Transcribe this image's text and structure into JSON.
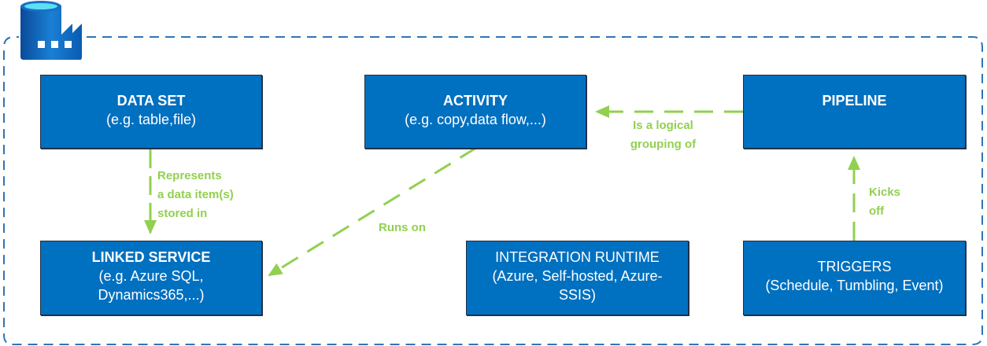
{
  "icon": "azure-data-factory-icon",
  "colors": {
    "box_fill": "#0070c0",
    "box_border": "#1f3148",
    "arrow": "#92d050",
    "frame": "#2e75b6"
  },
  "boxes": {
    "dataset": {
      "title": "DATA SET",
      "subtitle": "(e.g. table,file)"
    },
    "activity": {
      "title": "ACTIVITY",
      "subtitle": "(e.g. copy,data flow,...)"
    },
    "pipeline": {
      "title": "PIPELINE"
    },
    "linked_service": {
      "title": "LINKED SERVICE",
      "subtitle_1": "(e.g. Azure SQL,",
      "subtitle_2": "Dynamics365,...)"
    },
    "integration_runtime": {
      "title": "INTEGRATION RUNTIME",
      "subtitle_1": "(Azure, Self-hosted, Azure-",
      "subtitle_2": "SSIS)"
    },
    "triggers": {
      "title": "TRIGGERS",
      "subtitle": "(Schedule, Tumbling, Event)"
    }
  },
  "relations": {
    "represents": {
      "line1": "Represents",
      "line2": "a data item(s)",
      "line3": "stored in"
    },
    "grouping": {
      "line1": "Is a logical",
      "line2": "grouping of"
    },
    "runs_on": {
      "line1": "Runs on"
    },
    "kicks_off": {
      "line1": "Kicks",
      "line2": "off"
    }
  }
}
